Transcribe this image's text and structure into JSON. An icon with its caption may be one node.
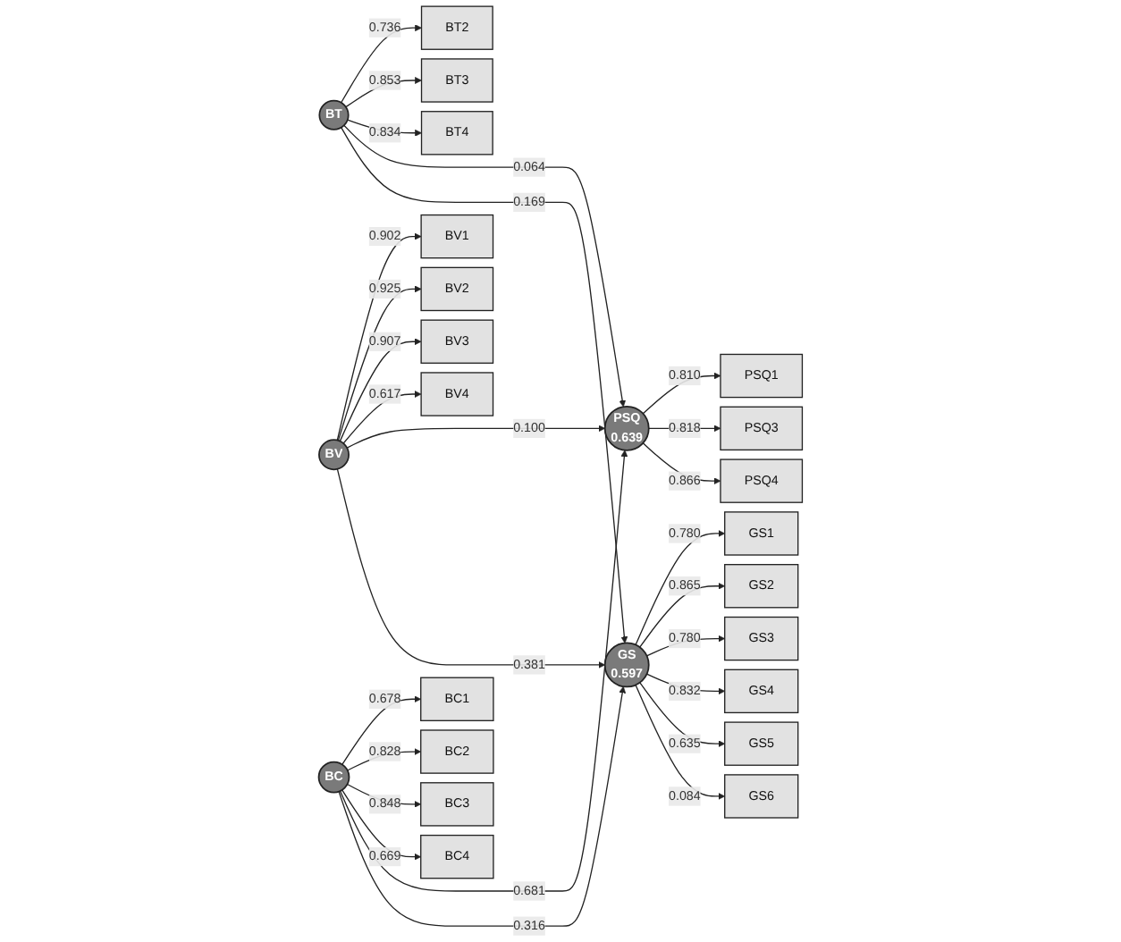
{
  "diagram": {
    "nodes": [
      {
        "text": [
          "BT"
        ]
      },
      {
        "text": [
          "BV"
        ]
      },
      {
        "text": [
          "BC"
        ]
      },
      {
        "text": [
          "PSQ",
          "0.639"
        ]
      },
      {
        "text": [
          "GS",
          "0.597"
        ]
      },
      {
        "text": [
          "BT2"
        ]
      },
      {
        "text": [
          "BT3"
        ]
      },
      {
        "text": [
          "BT4"
        ]
      },
      {
        "text": [
          "BV1"
        ]
      },
      {
        "text": [
          "BV2"
        ]
      },
      {
        "text": [
          "BV3"
        ]
      },
      {
        "text": [
          "BV4"
        ]
      },
      {
        "text": [
          "BC1"
        ]
      },
      {
        "text": [
          "BC2"
        ]
      },
      {
        "text": [
          "BC3"
        ]
      },
      {
        "text": [
          "BC4"
        ]
      },
      {
        "text": [
          "PSQ1"
        ]
      },
      {
        "text": [
          "PSQ3"
        ]
      },
      {
        "text": [
          "PSQ4"
        ]
      },
      {
        "text": [
          "GS1"
        ]
      },
      {
        "text": [
          "GS2"
        ]
      },
      {
        "text": [
          "GS3"
        ]
      },
      {
        "text": [
          "GS4"
        ]
      },
      {
        "text": [
          "GS5"
        ]
      },
      {
        "text": [
          "GS6"
        ]
      }
    ],
    "edges": [
      {
        "from": 0,
        "to": 5,
        "arrow": "to",
        "label": "0.736"
      },
      {
        "from": 0,
        "to": 6,
        "arrow": "to",
        "label": "0.853"
      },
      {
        "from": 0,
        "to": 7,
        "arrow": "to",
        "label": "0.834"
      },
      {
        "from": 1,
        "to": 8,
        "arrow": "to",
        "label": "0.902"
      },
      {
        "from": 1,
        "to": 9,
        "arrow": "to",
        "label": "0.925"
      },
      {
        "from": 1,
        "to": 10,
        "arrow": "to",
        "label": "0.907"
      },
      {
        "from": 1,
        "to": 11,
        "arrow": "to",
        "label": "0.617"
      },
      {
        "from": 2,
        "to": 12,
        "arrow": "to",
        "label": "0.678"
      },
      {
        "from": 2,
        "to": 13,
        "arrow": "to",
        "label": "0.828"
      },
      {
        "from": 2,
        "to": 14,
        "arrow": "to",
        "label": "0.848"
      },
      {
        "from": 2,
        "to": 15,
        "arrow": "to",
        "label": "0.669"
      },
      {
        "from": 3,
        "to": 16,
        "arrow": "to",
        "label": "0.810"
      },
      {
        "from": 3,
        "to": 17,
        "arrow": "to",
        "label": "0.818"
      },
      {
        "from": 3,
        "to": 18,
        "arrow": "to",
        "label": "0.866"
      },
      {
        "from": 4,
        "to": 19,
        "arrow": "to",
        "label": "0.780"
      },
      {
        "from": 4,
        "to": 20,
        "arrow": "to",
        "label": "0.865"
      },
      {
        "from": 4,
        "to": 21,
        "arrow": "to",
        "label": "0.780"
      },
      {
        "from": 4,
        "to": 22,
        "arrow": "to",
        "label": "0.832"
      },
      {
        "from": 4,
        "to": 23,
        "arrow": "to",
        "label": "0.635"
      },
      {
        "from": 4,
        "to": 24,
        "arrow": "to",
        "label": "0.084"
      },
      {
        "from": 0,
        "to": 3,
        "arrow": "to",
        "label": "0.064"
      },
      {
        "from": 0,
        "to": 4,
        "arrow": "to",
        "label": "0.169"
      },
      {
        "from": 1,
        "to": 3,
        "arrow": "to",
        "label": "0.100"
      },
      {
        "from": 1,
        "to": 4,
        "arrow": "to",
        "label": "0.381"
      },
      {
        "from": 2,
        "to": 3,
        "arrow": "to",
        "label": "0.681"
      },
      {
        "from": 2,
        "to": 4,
        "arrow": "to",
        "label": "0.316"
      }
    ]
  }
}
